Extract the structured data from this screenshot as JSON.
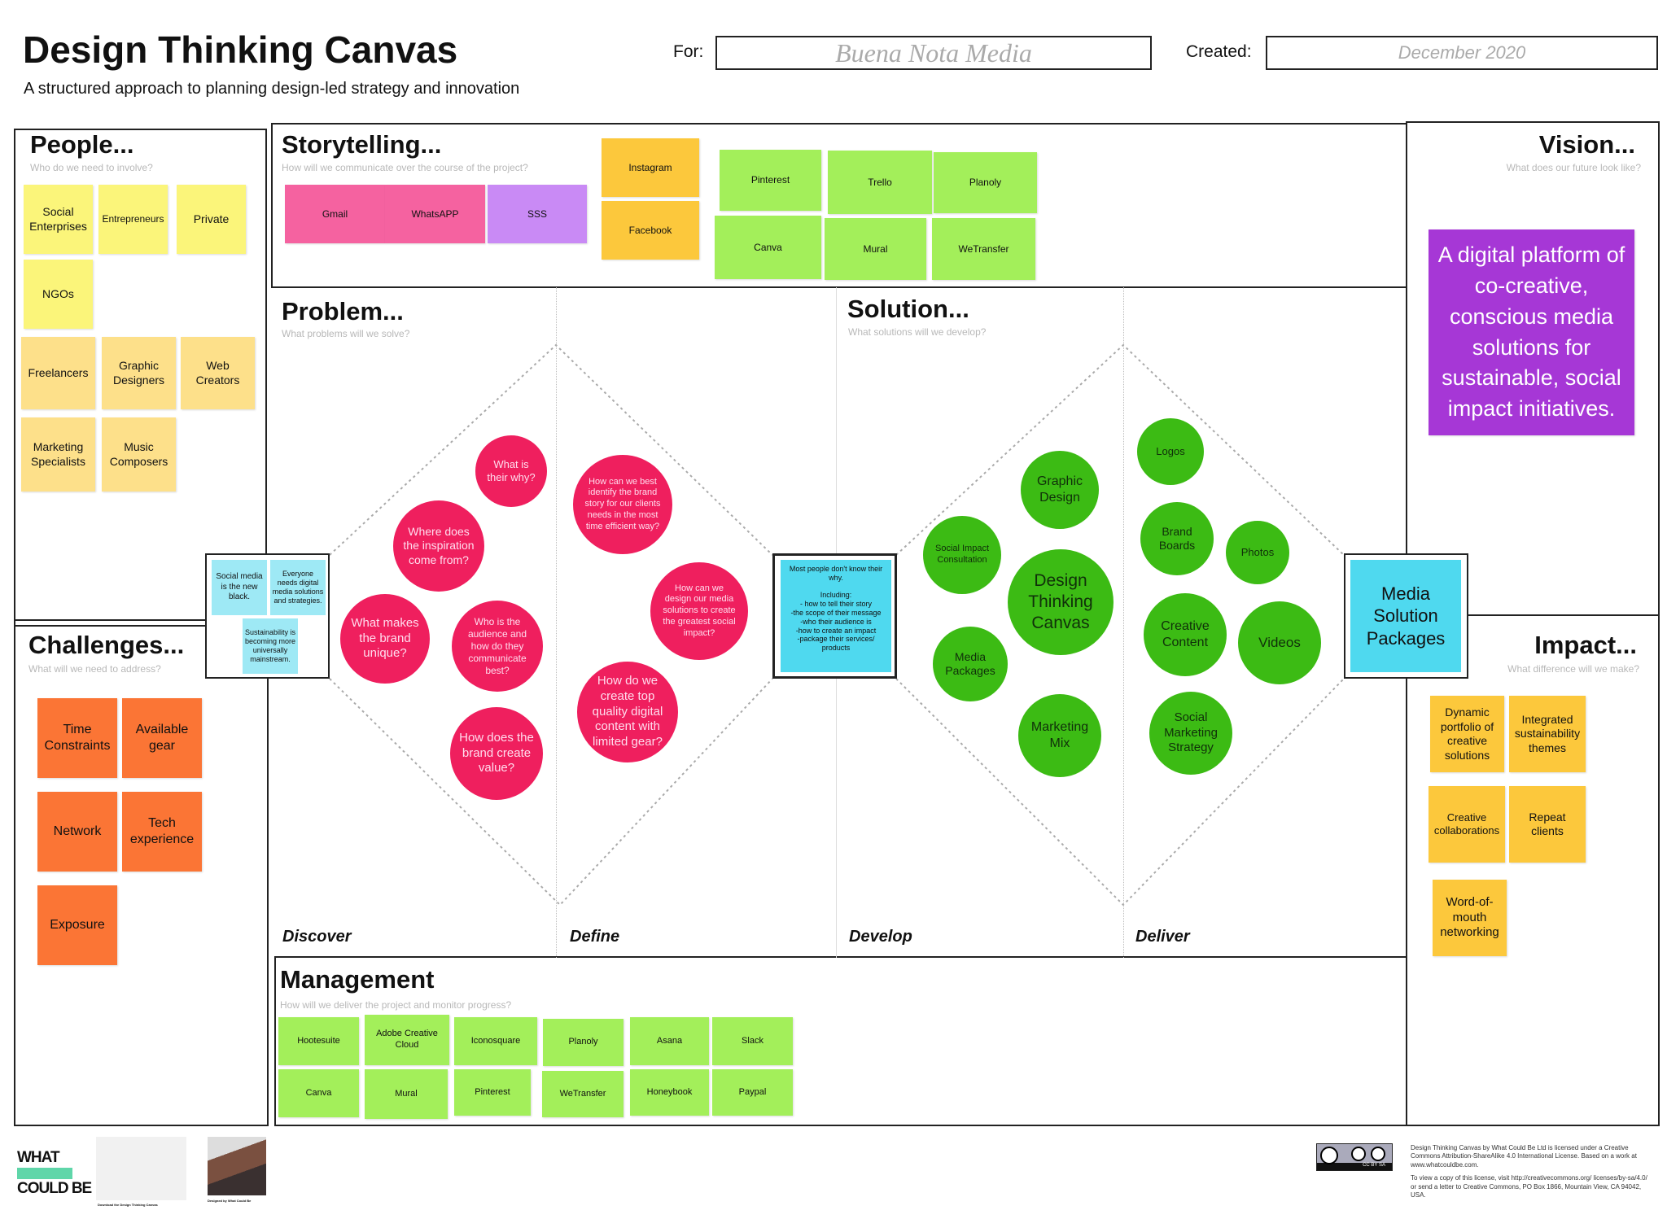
{
  "header": {
    "title": "Design Thinking Canvas",
    "subtitle": "A structured approach to planning design-led strategy and innovation",
    "for_label": "For:",
    "for_value": "Buena Nota Media",
    "created_label": "Created:",
    "created_value": "December 2020"
  },
  "people": {
    "title": "People...",
    "question": "Who do we need to involve?",
    "notes": [
      "Social Enterprises",
      "Entrepreneurs",
      "Private",
      "NGOs",
      "Freelancers",
      "Graphic Designers",
      "Web Creators",
      "Marketing Specialists",
      "Music Composers"
    ]
  },
  "storytelling": {
    "title": "Storytelling...",
    "question": "How will we communicate over the course of the project?",
    "notes": [
      "Gmail",
      "WhatsAPP",
      "SSS",
      "Instagram",
      "Facebook",
      "Pinterest",
      "Trello",
      "Planoly",
      "Canva",
      "Mural",
      "WeTransfer"
    ]
  },
  "vision": {
    "title": "Vision...",
    "question": "What does our future look like?",
    "statement": "A digital platform of  co-creative, conscious media solutions for sustainable, social impact initiatives."
  },
  "problem": {
    "title": "Problem...",
    "question": "What problems will we solve?",
    "insights": [
      "Social media is the new black.",
      "Everyone needs digital media solutions and strategies.",
      "Sustainability is becoming more universally mainstream."
    ],
    "discover": [
      "What is their why?",
      "Where does the inspiration come from?",
      "What makes the brand unique?",
      "Who is the audience and how do they communicate best?",
      "How does the brand create value?"
    ],
    "define": [
      "How can we best identify the brand story for our clients needs in the most time efficient way?",
      "How can we design our media solutions to create the greatest social impact?",
      "How do we create top quality digital content with limited gear?"
    ]
  },
  "center_note": {
    "line1": "Most people don't know their why.",
    "line2": "Including:",
    "items": [
      "- how to tell their story",
      "-the scope of their message",
      "-who their audience is",
      "-how to create an impact",
      "-package their services/ products"
    ]
  },
  "solution": {
    "title": "Solution...",
    "question": "What solutions will we develop?",
    "develop": [
      "Graphic Design",
      "Social Impact Consultation",
      "Design Thinking Canvas",
      "Media Packages",
      "Marketing Mix"
    ],
    "deliver": [
      "Logos",
      "Brand Boards",
      "Photos",
      "Creative Content",
      "Videos",
      "Social Marketing Strategy"
    ],
    "output": "Media Solution Packages"
  },
  "phases": [
    "Discover",
    "Define",
    "Develop",
    "Deliver"
  ],
  "challenges": {
    "title": "Challenges...",
    "question": "What will we need to address?",
    "notes": [
      "Time Constraints",
      "Available gear",
      "Network",
      "Tech experience",
      "Exposure"
    ]
  },
  "management": {
    "title": "Management",
    "question": "How will we deliver the project and monitor progress?",
    "notes": [
      "Hootesuite",
      "Adobe Creative Cloud",
      "Iconosquare",
      "Planoly",
      "Asana",
      "Slack",
      "Canva",
      "Mural",
      "Pinterest",
      "WeTransfer",
      "Honeybook",
      "Paypal"
    ]
  },
  "impact": {
    "title": "Impact...",
    "question": "What difference will we make?",
    "notes": [
      "Dynamic portfolio of creative solutions",
      "Integrated sustainability themes",
      "Creative collaborations",
      "Repeat clients",
      "Word-of-mouth networking"
    ]
  },
  "footer": {
    "logo": "WHAT COULD BE",
    "thumb1_caption": "Download the Design Thinking Canvas",
    "thumb2_caption": "Designed by What Could Be",
    "cc_badge": "CC BY SA",
    "license1": "Design Thinking Canvas by What Could Be Ltd is licensed under a Creative Commons Attribution-ShareAlike 4.0 International License. Based on a work at www.whatcouldbe.com.",
    "license2": "To view a copy of this license, visit http://creativecommons.org/ licenses/by-sa/4.0/ or send a letter to Creative Commons, PO Box 1866, Mountain View, CA 94042, USA."
  },
  "colors": {
    "pink_circle": "#ef1f5e",
    "green_circle": "#3cbb14",
    "vision": "#a637d6",
    "cyan": "#4fd9ef",
    "orange": "#fb7535"
  }
}
